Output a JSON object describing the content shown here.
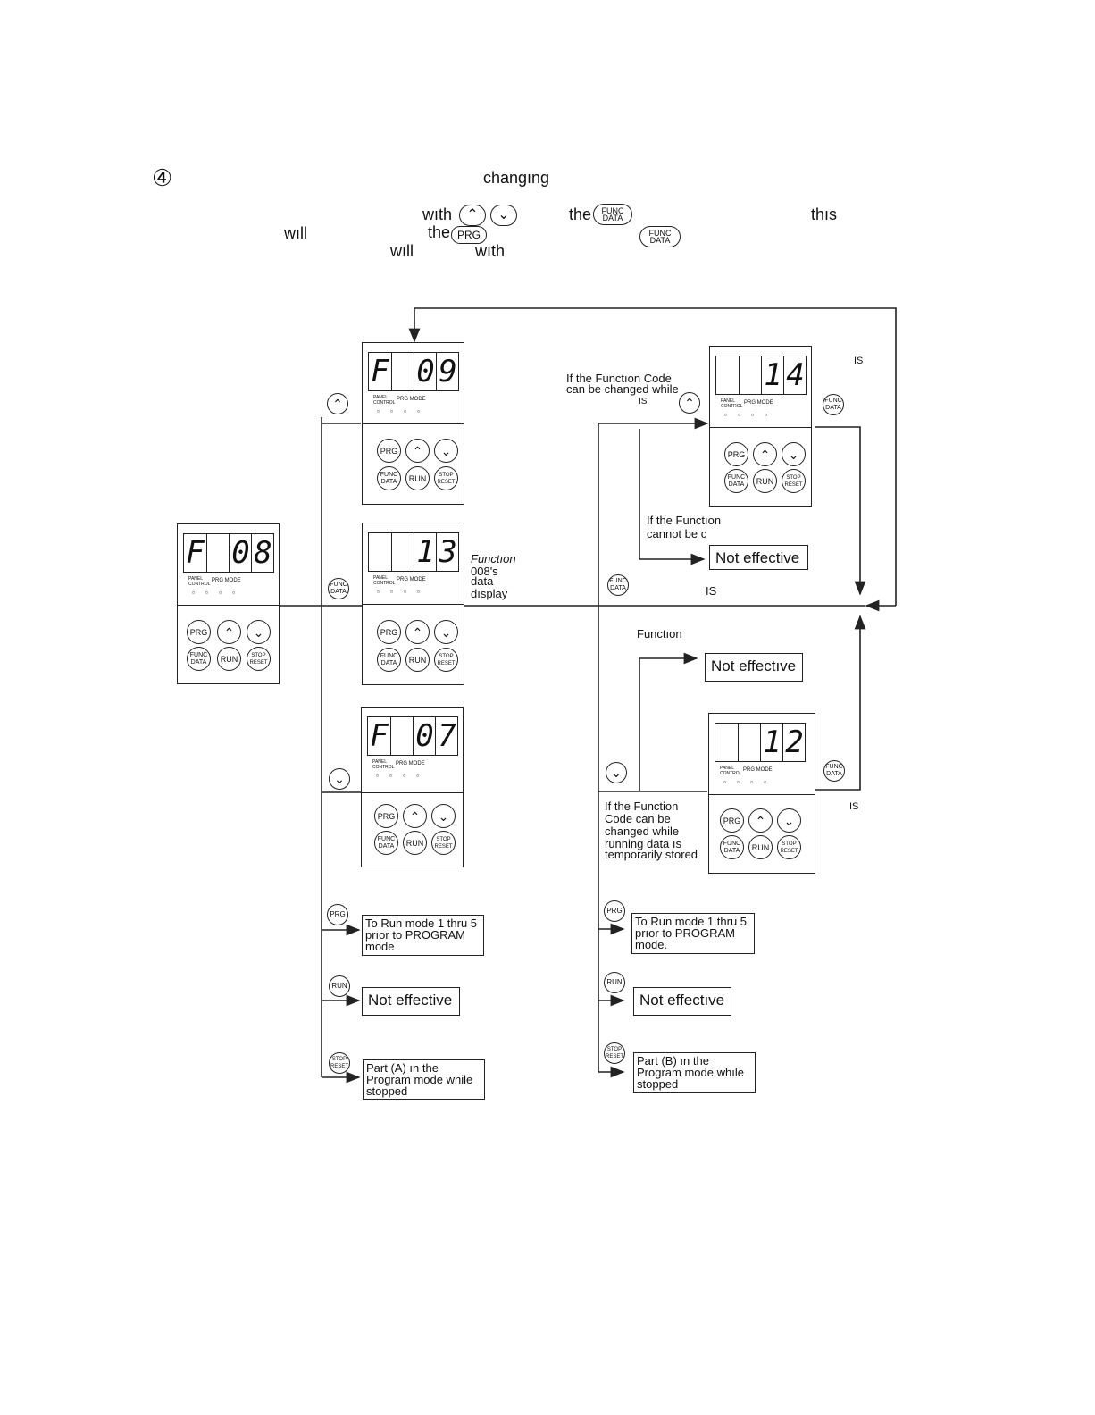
{
  "header": {
    "step_marker": "④",
    "word_changing": "changıng",
    "word_with1": "wıth",
    "word_the1": "the",
    "word_this": "thıs",
    "word_will1": "wıll",
    "word_the2": "the",
    "word_will2": "wıll",
    "word_with2": "wıth"
  },
  "keys": {
    "func_top": "FUNC",
    "func_bottom": "DATA",
    "prg": "PRG",
    "run": "RUN",
    "stop_top": "STOP",
    "stop_bottom": "RESET",
    "up_symbol": "⌃",
    "down_symbol": "⌄"
  },
  "panel_labels": {
    "panel_control": "PANEL CONTROL",
    "prg_mode": "PRG MODE"
  },
  "displays": {
    "start": [
      "F",
      "",
      "0",
      "8"
    ],
    "up": [
      "F",
      "",
      "0",
      "9"
    ],
    "func": [
      "",
      "",
      "1",
      "3"
    ],
    "down": [
      "F",
      "",
      "0",
      "7"
    ],
    "right_top": [
      "",
      "",
      "1",
      "4"
    ],
    "right_bottom": [
      "",
      "",
      "1",
      "2"
    ]
  },
  "labels": {
    "func_data_display_1": "Functıon",
    "func_data_display_2": "008's",
    "func_data_display_3": "data",
    "func_data_display_4": "dısplay",
    "if_can_change_1": "If the Functıon Code",
    "if_can_change_2": "can be changed while",
    "is_small": "IS",
    "is_top_right": "IS",
    "if_cannot_1": "If the Functıon",
    "if_cannot_2": "cannot be c",
    "func_is": "IS",
    "function_word": "Functıon",
    "if_can_stored_1": "If the Function",
    "if_can_stored_2": "Code can be",
    "if_can_stored_3": "changed while",
    "if_can_stored_4": "running data ıs",
    "if_can_stored_5": "temporarily stored",
    "is_bottom_right": "IS"
  },
  "boxes": {
    "not_effective_upper": "Not effective",
    "not_effective_lower": "Not effectıve",
    "left_prg": "To Run mode 1 thru 5 prıor to PROGRAM mode",
    "left_run": "Not effective",
    "left_stop": "Part (A) ın the Program mode while stopped",
    "right_prg": "To Run mode 1 thru 5 prıor to PROGRAM mode.",
    "right_run": "Not effectıve",
    "right_stop": "Part (B) ın the Program mode whıle stopped"
  }
}
